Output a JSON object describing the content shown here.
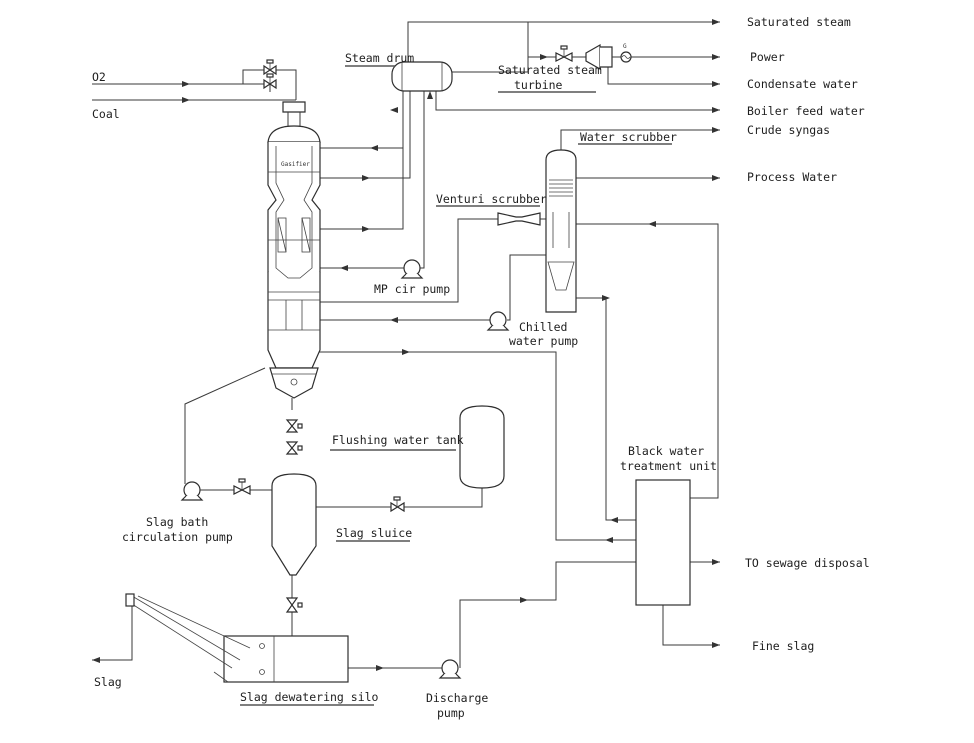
{
  "inputs": {
    "o2": "O2",
    "coal": "Coal"
  },
  "outputs": {
    "saturated_steam": "Saturated steam",
    "power": "Power",
    "condensate_water": "Condensate water",
    "boiler_feed_water": "Boiler feed water",
    "crude_syngas": "Crude syngas",
    "process_water": "Process Water",
    "sewage": "TO sewage disposal",
    "fine_slag": "Fine slag",
    "slag": "Slag"
  },
  "equipment": {
    "steam_drum": "Steam drum",
    "turbine_line1": "Saturated steam",
    "turbine_line2": "turbine",
    "generator_symbol": "G",
    "gasifier": "Gasifier",
    "water_scrubber": "Water scrubber",
    "venturi_scrubber": "Venturi scrubber",
    "mp_cir_pump": "MP cir pump",
    "chilled_pump_line1": "Chilled",
    "chilled_pump_line2": "water pump",
    "flushing_water_tank": "Flushing water tank",
    "black_water_line1": "Black water",
    "black_water_line2": "treatment unit",
    "slag_bath_line1": "Slag bath",
    "slag_bath_line2": "circulation pump",
    "slag_sluice": "Slag sluice",
    "slag_dewatering_silo": "Slag dewatering silo",
    "discharge_pump_line1": "Discharge",
    "discharge_pump_line2": "pump"
  },
  "colors": {
    "line": "#3a3a3a",
    "background": "#ffffff"
  }
}
